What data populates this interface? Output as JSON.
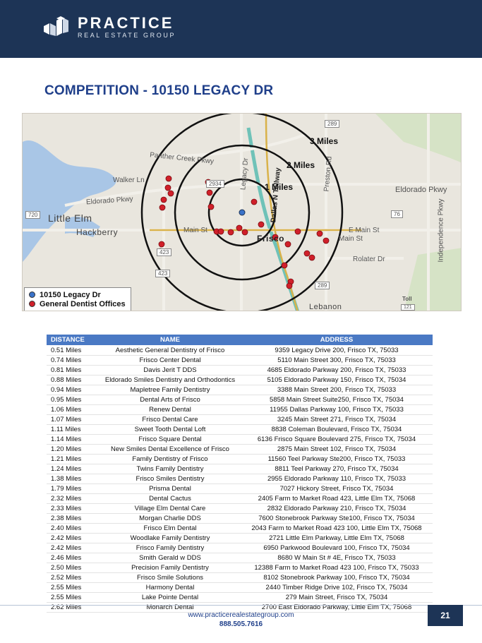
{
  "brand": {
    "name": "PRACTICE",
    "subtitle": "REAL ESTATE GROUP"
  },
  "page_title": "COMPETITION - 10150 LEGACY DR",
  "map": {
    "rings": [
      "3 Miles",
      "2 Miles",
      "1 Miles"
    ],
    "towns": [
      "Little Elm",
      "Hackberry",
      "Frisco",
      "Lebanon"
    ],
    "roads": [
      "Panther Creek Pkwy",
      "Eldorado Pkwy",
      "Eldorado Pkwy",
      "Main St",
      "E Main St",
      "Rolater Dr",
      "Dallas N Tollway",
      "Legacy Dr",
      "Preston Rd",
      "Independence Pkwy",
      "Main St",
      "Walker Ln"
    ],
    "shields": [
      "289",
      "2934",
      "720",
      "423",
      "423",
      "76",
      "289",
      "121",
      "Toll"
    ],
    "legend": [
      {
        "label": "10150 Legacy Dr",
        "color": "#3b73c9"
      },
      {
        "label": "General Dentist Offices",
        "color": "#d0202a"
      }
    ]
  },
  "table": {
    "headers": [
      "DISTANCE",
      "NAME",
      "ADDRESS"
    ],
    "rows": [
      [
        "0.51 Miles",
        "Aesthetic General Dentistry of Frisco",
        "9359 Legacy Drive 200, Frisco TX, 75033"
      ],
      [
        "0.74 Miles",
        "Frisco Center Dental",
        "5110 Main Street 300, Frisco TX, 75033"
      ],
      [
        "0.81 Miles",
        "Davis Jerit T DDS",
        "4685 Eldorado Parkway 200, Frisco TX, 75033"
      ],
      [
        "0.88 Miles",
        "Eldorado Smiles Dentistry and Orthodontics",
        "5105 Eldorado Parkway 150, Frisco TX, 75034"
      ],
      [
        "0.94 Miles",
        "Mapletree Family Dentistry",
        "3388 Main Street 200, Frisco TX, 75033"
      ],
      [
        "0.95 Miles",
        "Dental Arts of Frisco",
        "5858 Main Street Suite250, Frisco TX, 75034"
      ],
      [
        "1.06 Miles",
        "Renew Dental",
        "11955 Dallas Parkway 100, Frisco TX, 75033"
      ],
      [
        "1.07 Miles",
        "Frisco Dental Care",
        "3245 Main Street 271, Frisco TX, 75034"
      ],
      [
        "1.11 Miles",
        "Sweet Tooth Dental Loft",
        "8838 Coleman Boulevard, Frisco TX, 75034"
      ],
      [
        "1.14 Miles",
        "Frisco Square Dental",
        "6136 Frisco Square Boulevard 275, Frisco TX, 75034"
      ],
      [
        "1.20 Miles",
        "New Smiles Dental Excellence of Frisco",
        "2875 Main Street 102, Frisco TX, 75034"
      ],
      [
        "1.21 Miles",
        "Family Dentistry of Frisco",
        "11560 Teel Parkway Ste200, Frisco TX, 75033"
      ],
      [
        "1.24 Miles",
        "Twins Family Dentistry",
        "8811 Teel Parkway 270, Frisco TX, 75034"
      ],
      [
        "1.38 Miles",
        "Frisco Smiles Dentistry",
        "2955 Eldorado Parkway 110, Frisco TX, 75033"
      ],
      [
        "1.79 Miles",
        "Prisma Dental",
        "7027 Hickory Street, Frisco TX, 75034"
      ],
      [
        "2.32 Miles",
        "Dental Cactus",
        "2405 Farm to Market Road 423, Little Elm TX, 75068"
      ],
      [
        "2.33 Miles",
        "Village Elm Dental Care",
        "2832 Eldorado Parkway 210, Frisco TX, 75034"
      ],
      [
        "2.38 Miles",
        "Morgan Charlie DDS",
        "7600 Stonebrook Parkway Ste100, Frisco TX, 75034"
      ],
      [
        "2.40 Miles",
        "Frisco Elm Dental",
        "2043 Farm to Market Road 423 100, Little Elm TX, 75068"
      ],
      [
        "2.42 Miles",
        "Woodlake Family Dentistry",
        "2721 Little Elm Parkway, Little Elm TX, 75068"
      ],
      [
        "2.42 Miles",
        "Frisco Family Dentistry",
        "6950 Parkwood Boulevard 100, Frisco TX, 75034"
      ],
      [
        "2.46 Miles",
        "Smith Gerald w DDS",
        "8680 W Main St # 4E, Frisco TX, 75033"
      ],
      [
        "2.50 Miles",
        "Precision Family Dentistry",
        "12388 Farm to Market Road 423 100, Frisco TX, 75033"
      ],
      [
        "2.52 Miles",
        "Frisco Smile Solutions",
        "8102 Stonebrook Parkway 100, Frisco TX, 75034"
      ],
      [
        "2.55 Miles",
        "Harmony Dental",
        "2440 Timber Ridge Drive 102, Frisco TX, 75034"
      ],
      [
        "2.55 Miles",
        "Lake Pointe Dental",
        "279 Main Street, Frisco TX, 75034"
      ],
      [
        "2.62 Miles",
        "Monarch Dental",
        "2700 East Eldorado Parkway, Little Elm TX, 75068"
      ]
    ]
  },
  "footer": {
    "website": "www.practicerealestategroup.com",
    "phone": "888.505.7616",
    "page_number": "21"
  }
}
